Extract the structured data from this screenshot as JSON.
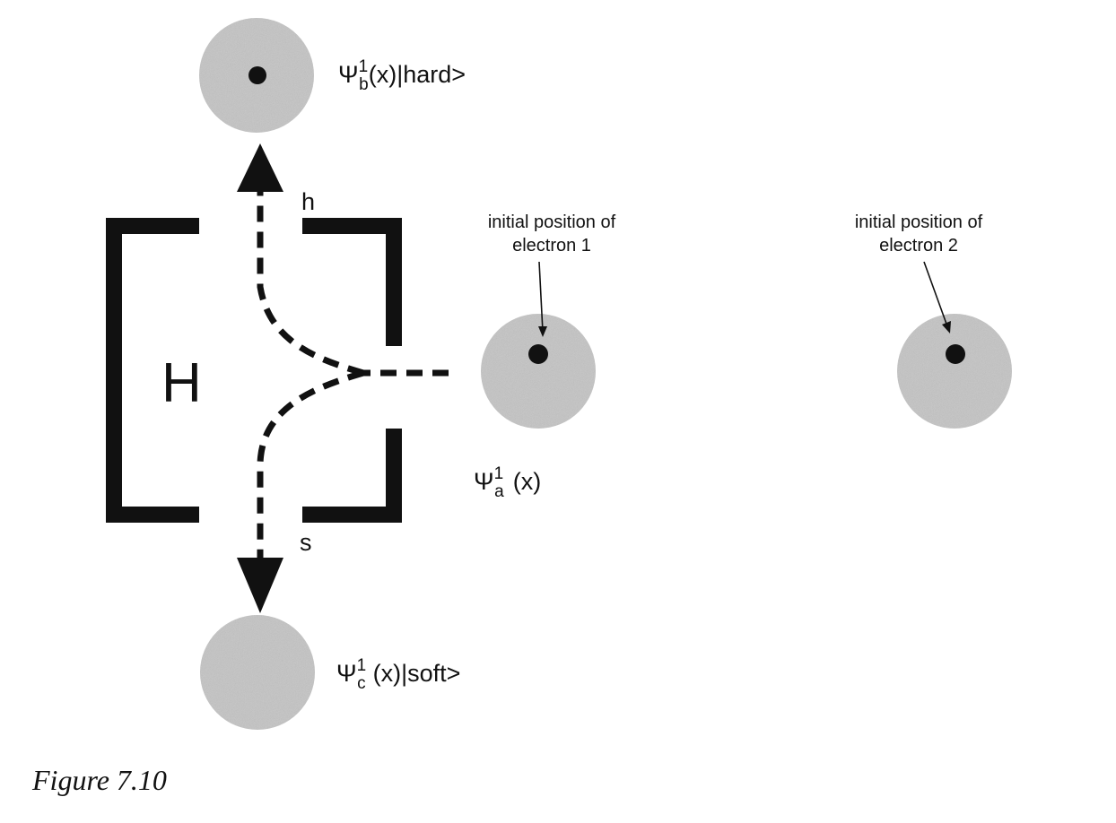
{
  "diagram": {
    "box_label": "H",
    "port_hard_label": "h",
    "port_soft_label": "s",
    "state_b": {
      "psi": "Ψ",
      "sub": "b",
      "sup": "1",
      "rest": "(x)|hard>"
    },
    "state_a": {
      "psi": "Ψ",
      "sub": "a",
      "sup": "1",
      "rest": "(x)"
    },
    "state_c": {
      "psi": "Ψ",
      "sub": "c",
      "sup": "1",
      "rest": "(x)|soft>"
    },
    "electron1_note": [
      "initial position of",
      "electron 1"
    ],
    "electron2_note": [
      "initial position of",
      "electron 2"
    ],
    "colors": {
      "ink": "#111111",
      "cloud": "#c4c4c4"
    }
  },
  "caption": "Figure 7.10"
}
